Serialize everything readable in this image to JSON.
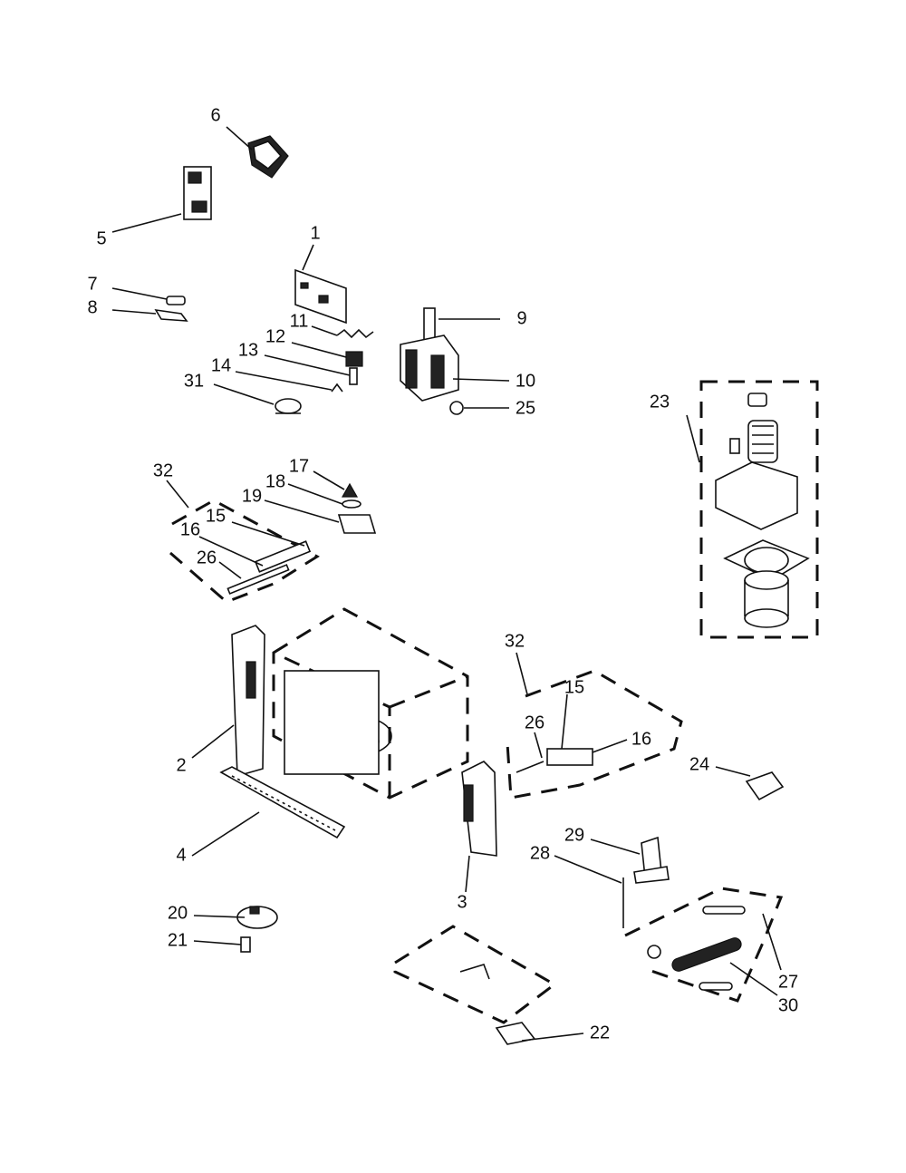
{
  "labels": {
    "l1": "1",
    "l2": "2",
    "l3": "3",
    "l4": "4",
    "l5": "5",
    "l6": "6",
    "l7": "7",
    "l8": "8",
    "l9": "9",
    "l10": "10",
    "l11": "11",
    "l12": "12",
    "l13": "13",
    "l14": "14",
    "l15a": "15",
    "l15b": "15",
    "l16a": "16",
    "l16b": "16",
    "l17": "17",
    "l18": "18",
    "l19": "19",
    "l20": "20",
    "l21": "21",
    "l22": "22",
    "l23": "23",
    "l24": "24",
    "l25": "25",
    "l26a": "26",
    "l26b": "26",
    "l27": "27",
    "l28": "28",
    "l29": "29",
    "l30": "30",
    "l31": "31",
    "l32a": "32",
    "l32b": "32"
  }
}
